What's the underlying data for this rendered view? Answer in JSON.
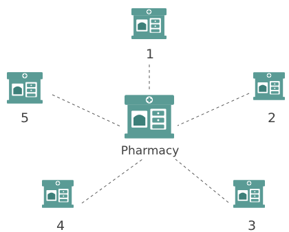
{
  "diagram": {
    "center": {
      "label": "Pharmacy",
      "icon": "pharmacy-building-icon"
    },
    "nodes": [
      {
        "label": "1",
        "icon": "pharmacy-building-icon"
      },
      {
        "label": "2",
        "icon": "pharmacy-building-icon"
      },
      {
        "label": "3",
        "icon": "pharmacy-building-icon"
      },
      {
        "label": "4",
        "icon": "pharmacy-building-icon"
      },
      {
        "label": "5",
        "icon": "pharmacy-building-icon"
      }
    ],
    "colors": {
      "icon_primary": "#5a9b95",
      "icon_dark": "#3d7f79",
      "icon_light": "#ffffff",
      "line": "#5a5a5a",
      "text": "#3f3f3f"
    }
  }
}
